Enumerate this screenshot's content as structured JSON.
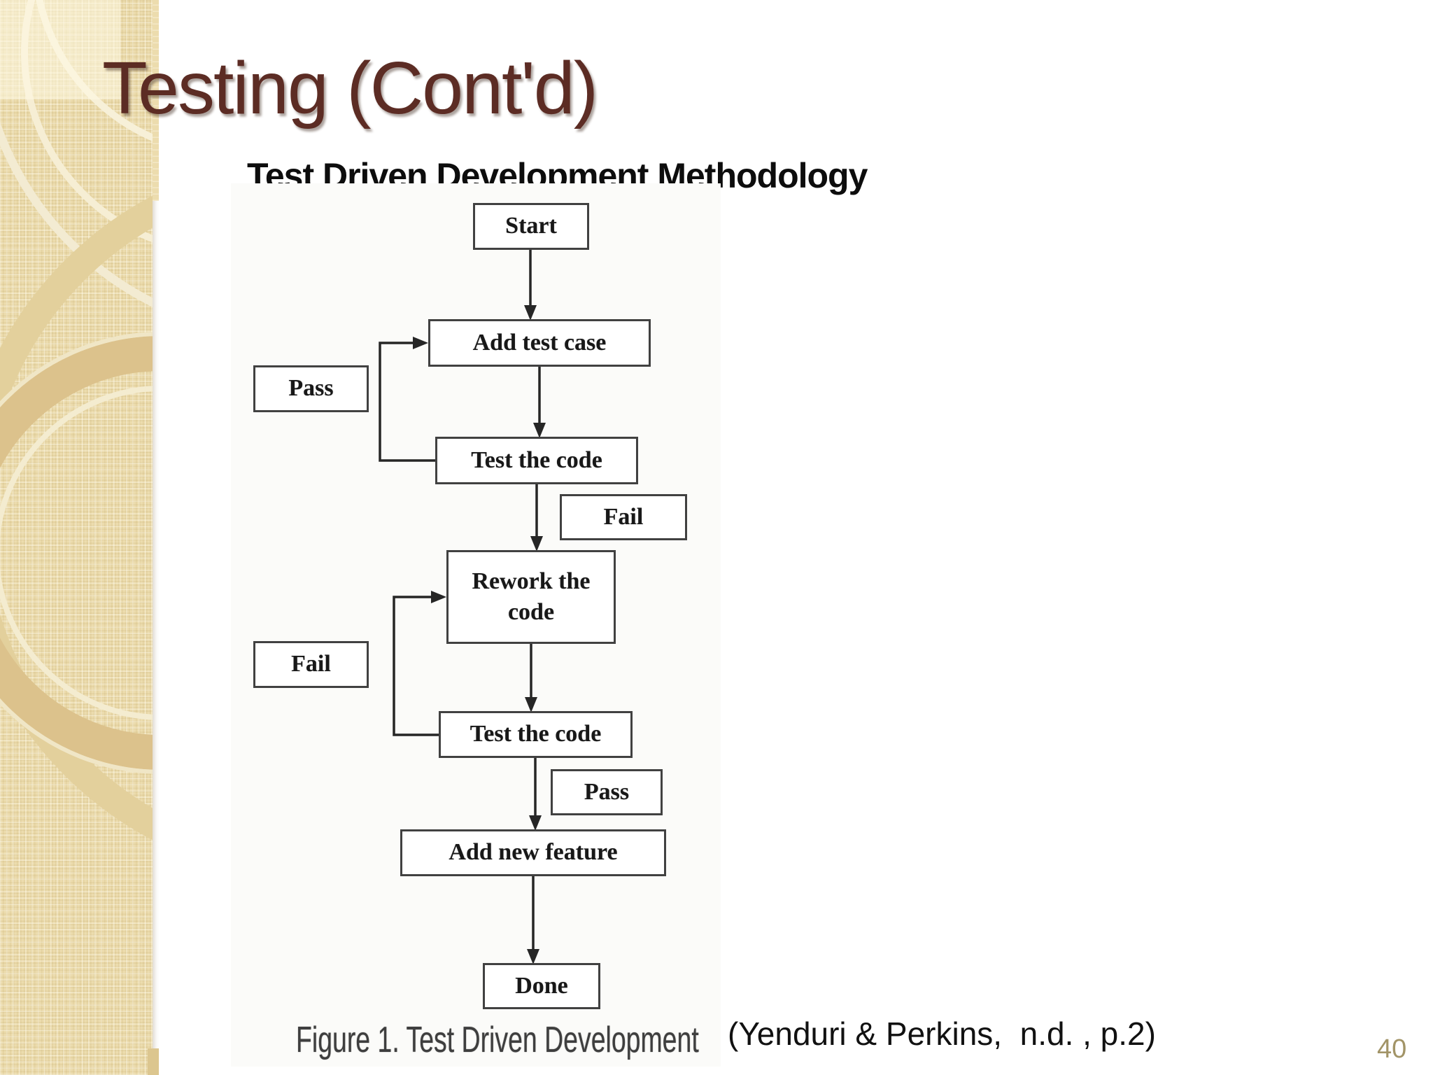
{
  "slide": {
    "title": "Testing (Cont'd)",
    "subtitle": "Test Driven Development Methodology",
    "citation": "(Yenduri & Perkins,  n.d. , p.2)",
    "page_number": "40"
  },
  "figure": {
    "caption": "Figure 1. Test Driven Development",
    "nodes": {
      "start": "Start",
      "add_test_case": "Add test case",
      "pass_loop": "Pass",
      "test_code_1": "Test the code",
      "fail_branch": "Fail",
      "rework": "Rework the code",
      "fail_loop": "Fail",
      "test_code_2": "Test the code",
      "pass_branch": "Pass",
      "add_new_feature": "Add new feature",
      "done": "Done"
    }
  },
  "colors": {
    "title_text": "#5c2c24",
    "sidebar_base": "#ecdcae",
    "sidebar_ring": "#dcc28c",
    "box_border": "#414141",
    "page_number": "#a29467"
  }
}
